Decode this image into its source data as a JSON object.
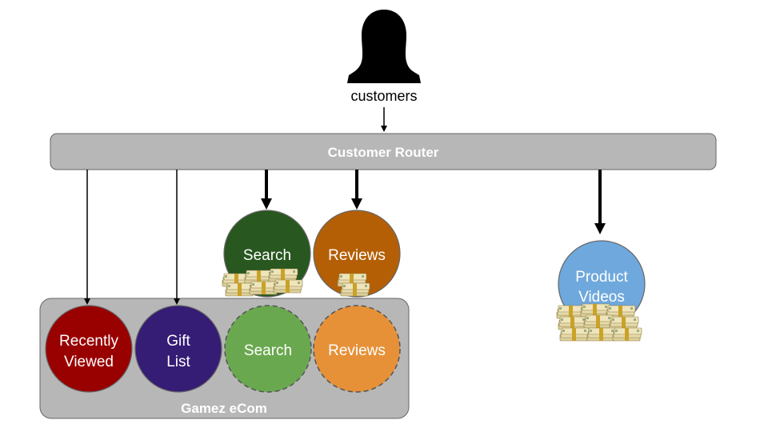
{
  "actor": {
    "label": "customers",
    "icon": "person-silhouette-icon"
  },
  "router": {
    "label": "Customer Router"
  },
  "container": {
    "label": "Gamez eCom"
  },
  "external_services": [
    {
      "id": "search",
      "label_lines": [
        "Search"
      ],
      "color": "#285720"
    },
    {
      "id": "reviews",
      "label_lines": [
        "Reviews"
      ],
      "color": "#b45f06"
    },
    {
      "id": "product-videos",
      "label_lines": [
        "Product",
        "Videos"
      ],
      "color": "#6fa8dc"
    }
  ],
  "internal_services": [
    {
      "id": "recently-viewed",
      "label_lines": [
        "Recently",
        "Viewed"
      ],
      "color": "#990000"
    },
    {
      "id": "gift-list",
      "label_lines": [
        "Gift",
        "List"
      ],
      "color": "#351c75"
    },
    {
      "id": "search-internal",
      "label_lines": [
        "Search"
      ],
      "color": "#6aa84f"
    },
    {
      "id": "reviews-internal",
      "label_lines": [
        "Reviews"
      ],
      "color": "#e69138"
    }
  ],
  "colors": {
    "router_fill": "#b7b7b7",
    "container_fill": "#b7b7b7",
    "border": "#666666",
    "label_light": "#ffffff",
    "arrow": "#000000",
    "money_band": "#c9a227",
    "money_bill": "#e8d9a8"
  }
}
